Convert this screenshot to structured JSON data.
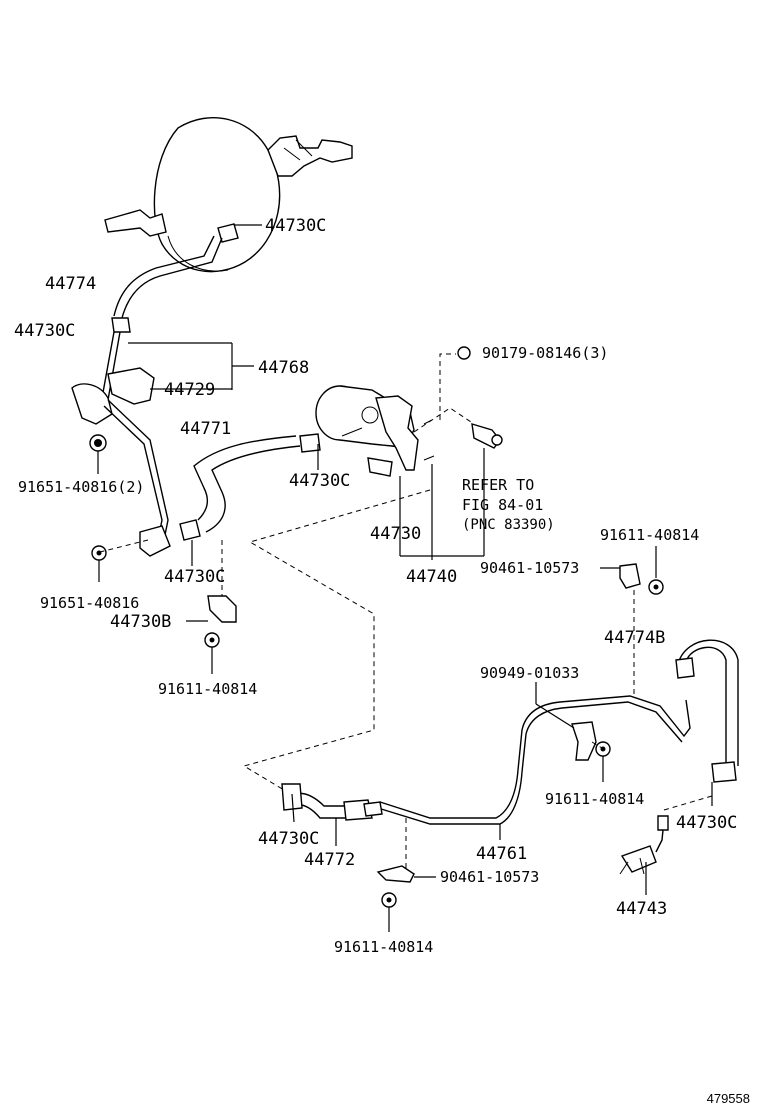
{
  "labels": {
    "p44730C_top": "44730C",
    "p44774": "44774",
    "p44730C_left": "44730C",
    "p44768": "44768",
    "p44729": "44729",
    "p90179": "90179-08146(3)",
    "p44771": "44771",
    "p44730C_mid": "44730C",
    "p91651_2": "91651-40816(2)",
    "refer1": "REFER TO",
    "refer2": "FIG 84-01",
    "refer3": "(PNC 83390)",
    "p44730": "44730",
    "p91611_right": "91611-40814",
    "p44730C_lower": "44730C",
    "p44740": "44740",
    "p90461_right": "90461-10573",
    "p91651": "91651-40816",
    "p44730B": "44730B",
    "p44774B": "44774B",
    "p91611_left": "91611-40814",
    "p90949": "90949-01033",
    "p91611_mid": "91611-40814",
    "p44730C_r": "44730C",
    "p44730C_bot": "44730C",
    "p44761": "44761",
    "p44772": "44772",
    "p90461_bot": "90461-10573",
    "p44743": "44743",
    "p91611_bot": "91611-40814"
  },
  "diagram_id": "479558"
}
